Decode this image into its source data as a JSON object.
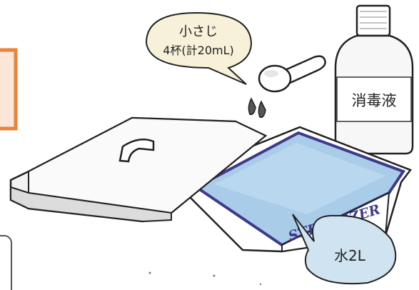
{
  "bubble_spoon": {
    "line1": "小さじ",
    "line2": "4杯(計20mL)"
  },
  "bottle": {
    "label": "消毒液"
  },
  "tray": {
    "brand_text": "STERILIZER"
  },
  "bubble_water": {
    "text": "水2L"
  },
  "colors": {
    "outline": "#222222",
    "bubble_fill": "#f6f1d8",
    "water_bubble_fill": "#cfe3f1",
    "water_fill": "#a9cde9",
    "tray_rim": "#3f3a8c",
    "lid_fill": "#f2f2f2",
    "orange_accent": "#e8843a"
  }
}
